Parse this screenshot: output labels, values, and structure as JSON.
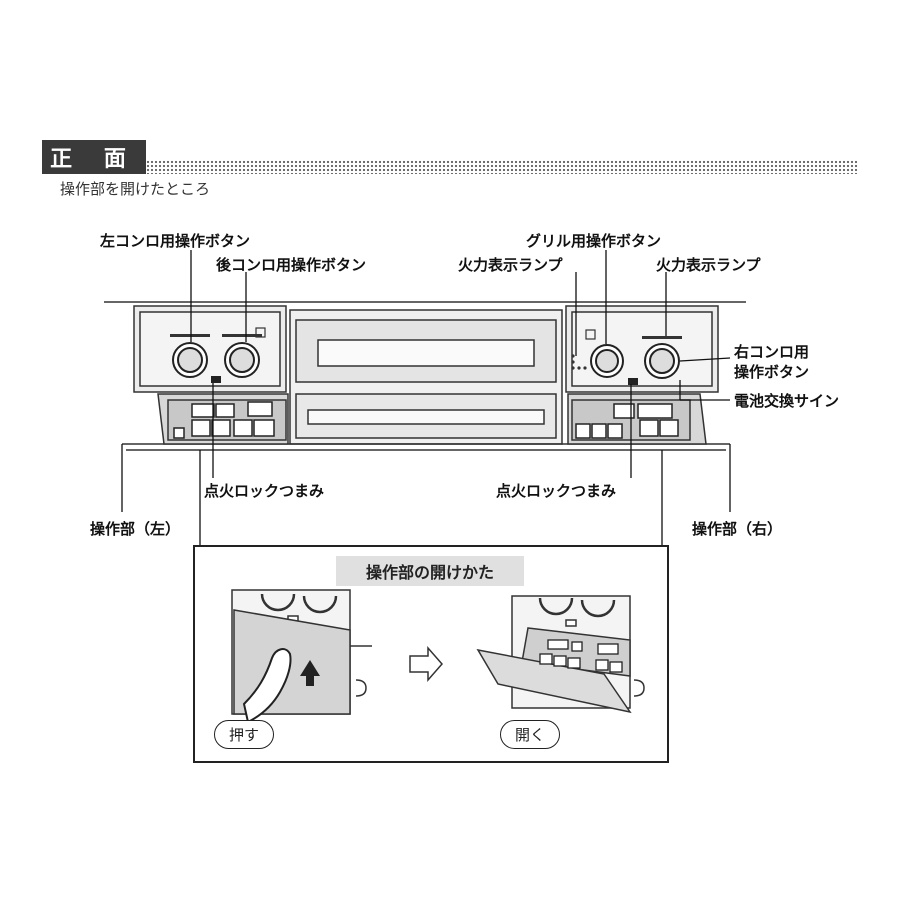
{
  "section": {
    "title": "正 面",
    "subtitle": "操作部を開けたところ"
  },
  "labels": {
    "left_burner_button": "左コンロ用操作ボタン",
    "rear_burner_button": "後コンロ用操作ボタン",
    "grill_button": "グリル用操作ボタン",
    "flame_lamp_left": "火力表示ランプ",
    "flame_lamp_right": "火力表示ランプ",
    "right_burner_button_1": "右コンロ用",
    "right_burner_button_2": "操作ボタン",
    "battery_sign": "電池交換サイン",
    "ignition_lock_left": "点火ロックつまみ",
    "ignition_lock_right": "点火ロックつまみ",
    "panel_left": "操作部（左）",
    "panel_right": "操作部（右）"
  },
  "inset": {
    "title": "操作部の開けかた",
    "push": "押す",
    "open": "開く"
  }
}
